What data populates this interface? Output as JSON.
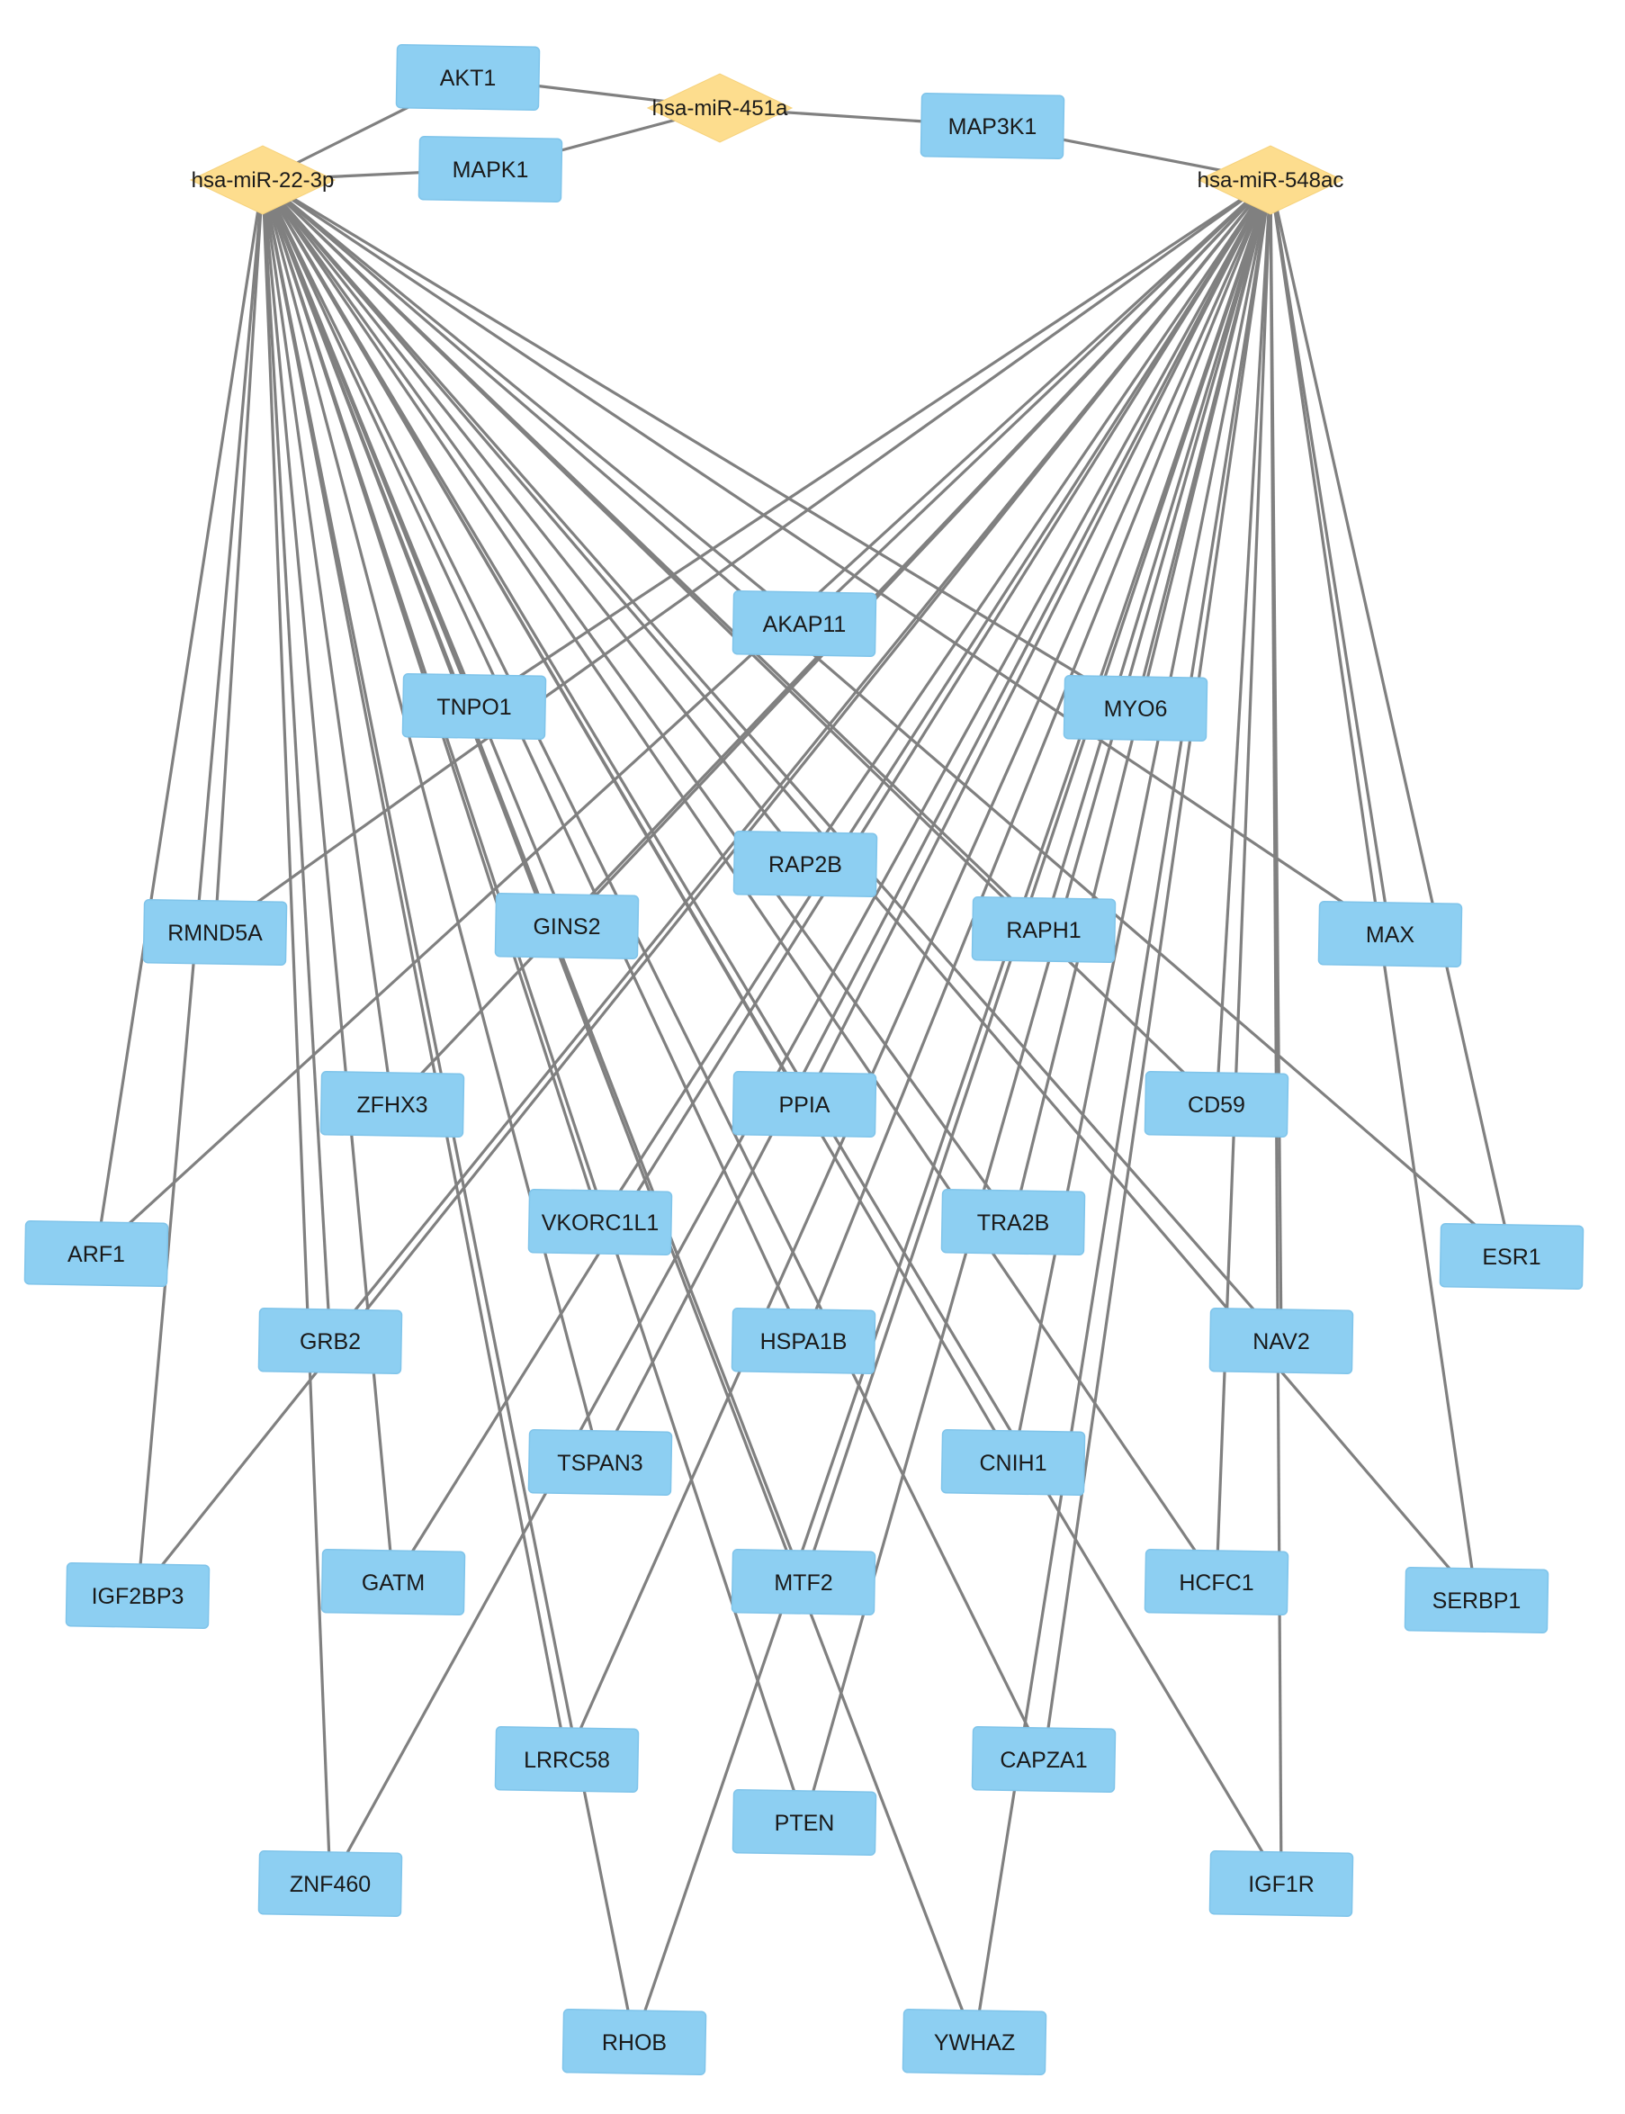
{
  "mirnas": [
    {
      "id": "m22",
      "label": "hsa-miR-22-3p"
    },
    {
      "id": "m451",
      "label": "hsa-miR-451a"
    },
    {
      "id": "m548",
      "label": "hsa-miR-548ac"
    }
  ],
  "genes": [
    {
      "id": "AKT1",
      "label": "AKT1"
    },
    {
      "id": "MAPK1",
      "label": "MAPK1"
    },
    {
      "id": "MAP3K1",
      "label": "MAP3K1"
    },
    {
      "id": "AKAP11",
      "label": "AKAP11"
    },
    {
      "id": "TNPO1",
      "label": "TNPO1"
    },
    {
      "id": "MYO6",
      "label": "MYO6"
    },
    {
      "id": "RAP2B",
      "label": "RAP2B"
    },
    {
      "id": "RMND5A",
      "label": "RMND5A"
    },
    {
      "id": "GINS2",
      "label": "GINS2"
    },
    {
      "id": "RAPH1",
      "label": "RAPH1"
    },
    {
      "id": "MAX",
      "label": "MAX"
    },
    {
      "id": "ZFHX3",
      "label": "ZFHX3"
    },
    {
      "id": "PPIA",
      "label": "PPIA"
    },
    {
      "id": "CD59",
      "label": "CD59"
    },
    {
      "id": "ARF1",
      "label": "ARF1"
    },
    {
      "id": "VKORC1L1",
      "label": "VKORC1L1"
    },
    {
      "id": "TRA2B",
      "label": "TRA2B"
    },
    {
      "id": "ESR1",
      "label": "ESR1"
    },
    {
      "id": "GRB2",
      "label": "GRB2"
    },
    {
      "id": "HSPA1B",
      "label": "HSPA1B"
    },
    {
      "id": "NAV2",
      "label": "NAV2"
    },
    {
      "id": "TSPAN3",
      "label": "TSPAN3"
    },
    {
      "id": "CNIH1",
      "label": "CNIH1"
    },
    {
      "id": "IGF2BP3",
      "label": "IGF2BP3"
    },
    {
      "id": "GATM",
      "label": "GATM"
    },
    {
      "id": "MTF2",
      "label": "MTF2"
    },
    {
      "id": "HCFC1",
      "label": "HCFC1"
    },
    {
      "id": "SERBP1",
      "label": "SERBP1"
    },
    {
      "id": "LRRC58",
      "label": "LRRC58"
    },
    {
      "id": "CAPZA1",
      "label": "CAPZA1"
    },
    {
      "id": "PTEN",
      "label": "PTEN"
    },
    {
      "id": "ZNF460",
      "label": "ZNF460"
    },
    {
      "id": "IGF1R",
      "label": "IGF1R"
    },
    {
      "id": "RHOB",
      "label": "RHOB"
    },
    {
      "id": "YWHAZ",
      "label": "YWHAZ"
    }
  ],
  "edges": [
    [
      "m451",
      "AKT1"
    ],
    [
      "m451",
      "MAPK1"
    ],
    [
      "m451",
      "MAP3K1"
    ],
    [
      "m22",
      "AKT1"
    ],
    [
      "m22",
      "MAPK1"
    ],
    [
      "m548",
      "MAP3K1"
    ],
    [
      "m22",
      "RMND5A"
    ],
    [
      "m22",
      "ARF1"
    ],
    [
      "m22",
      "IGF2BP3"
    ],
    [
      "m22",
      "ZFHX3"
    ],
    [
      "m22",
      "GRB2"
    ],
    [
      "m22",
      "ZNF460"
    ],
    [
      "m22",
      "GATM"
    ],
    [
      "m22",
      "TNPO1"
    ],
    [
      "m22",
      "GINS2"
    ],
    [
      "m22",
      "VKORC1L1"
    ],
    [
      "m22",
      "TSPAN3"
    ],
    [
      "m22",
      "LRRC58"
    ],
    [
      "m22",
      "RAP2B"
    ],
    [
      "m22",
      "AKAP11"
    ],
    [
      "m22",
      "PPIA"
    ],
    [
      "m22",
      "HSPA1B"
    ],
    [
      "m22",
      "MTF2"
    ],
    [
      "m22",
      "PTEN"
    ],
    [
      "m22",
      "RAPH1"
    ],
    [
      "m22",
      "MYO6"
    ],
    [
      "m22",
      "TRA2B"
    ],
    [
      "m22",
      "CNIH1"
    ],
    [
      "m22",
      "CD59"
    ],
    [
      "m22",
      "NAV2"
    ],
    [
      "m22",
      "HCFC1"
    ],
    [
      "m22",
      "MAX"
    ],
    [
      "m22",
      "ESR1"
    ],
    [
      "m22",
      "SERBP1"
    ],
    [
      "m22",
      "CAPZA1"
    ],
    [
      "m22",
      "RHOB"
    ],
    [
      "m22",
      "YWHAZ"
    ],
    [
      "m22",
      "IGF1R"
    ],
    [
      "m548",
      "MAX"
    ],
    [
      "m548",
      "ESR1"
    ],
    [
      "m548",
      "SERBP1"
    ],
    [
      "m548",
      "IGF1R"
    ],
    [
      "m548",
      "CD59"
    ],
    [
      "m548",
      "HCFC1"
    ],
    [
      "m548",
      "NAV2"
    ],
    [
      "m548",
      "MYO6"
    ],
    [
      "m548",
      "RAPH1"
    ],
    [
      "m548",
      "TRA2B"
    ],
    [
      "m548",
      "CNIH1"
    ],
    [
      "m548",
      "CAPZA1"
    ],
    [
      "m548",
      "YWHAZ"
    ],
    [
      "m548",
      "AKAP11"
    ],
    [
      "m548",
      "RAP2B"
    ],
    [
      "m548",
      "PPIA"
    ],
    [
      "m548",
      "HSPA1B"
    ],
    [
      "m548",
      "MTF2"
    ],
    [
      "m548",
      "PTEN"
    ],
    [
      "m548",
      "TNPO1"
    ],
    [
      "m548",
      "GINS2"
    ],
    [
      "m548",
      "VKORC1L1"
    ],
    [
      "m548",
      "TSPAN3"
    ],
    [
      "m548",
      "LRRC58"
    ],
    [
      "m548",
      "RHOB"
    ],
    [
      "m548",
      "ZFHX3"
    ],
    [
      "m548",
      "GRB2"
    ],
    [
      "m548",
      "RMND5A"
    ],
    [
      "m548",
      "ARF1"
    ],
    [
      "m548",
      "GATM"
    ],
    [
      "m548",
      "ZNF460"
    ],
    [
      "m548",
      "IGF2BP3"
    ]
  ],
  "colors": {
    "gene_fill": "#8dcff2",
    "mirna_fill": "#fddd8e",
    "edge": "#808080",
    "text": "#1a1a1a"
  }
}
